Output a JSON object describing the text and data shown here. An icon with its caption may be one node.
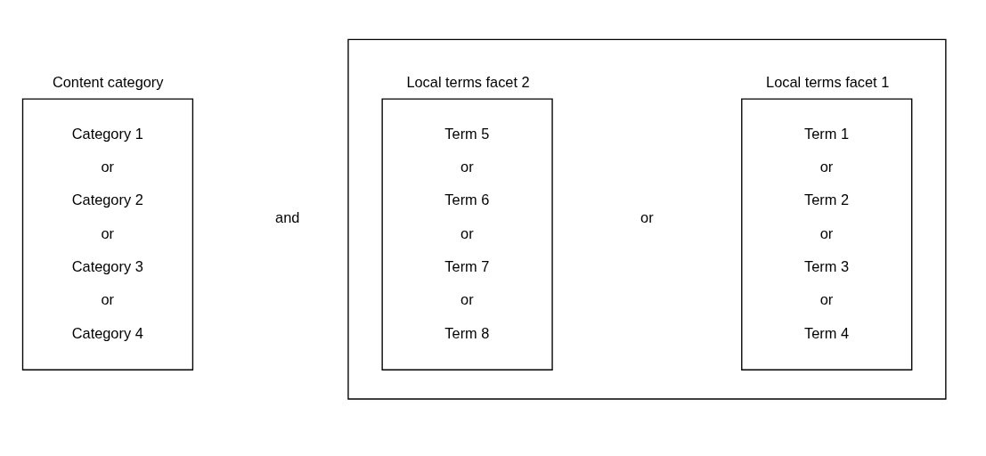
{
  "diagram": {
    "nodes": [
      {
        "text": [
          "Content category",
          "Category 1",
          "or",
          "Category 2",
          "or",
          "Category 3",
          "or",
          "Category 4"
        ]
      },
      {
        "text": [],
        "shape": "box"
      },
      {
        "text": [
          "Local terms facet 1",
          "Term 1",
          "or",
          "Term 2",
          "or",
          "Term 3",
          "or",
          "Term 4"
        ],
        "in": 1
      },
      {
        "text": [
          "Local terms facet 2",
          "Term 5",
          "or",
          "Term 6",
          "or",
          "Term 7",
          "or",
          "Term 8"
        ],
        "in": 1
      }
    ],
    "labels": [
      "and",
      "or"
    ]
  }
}
